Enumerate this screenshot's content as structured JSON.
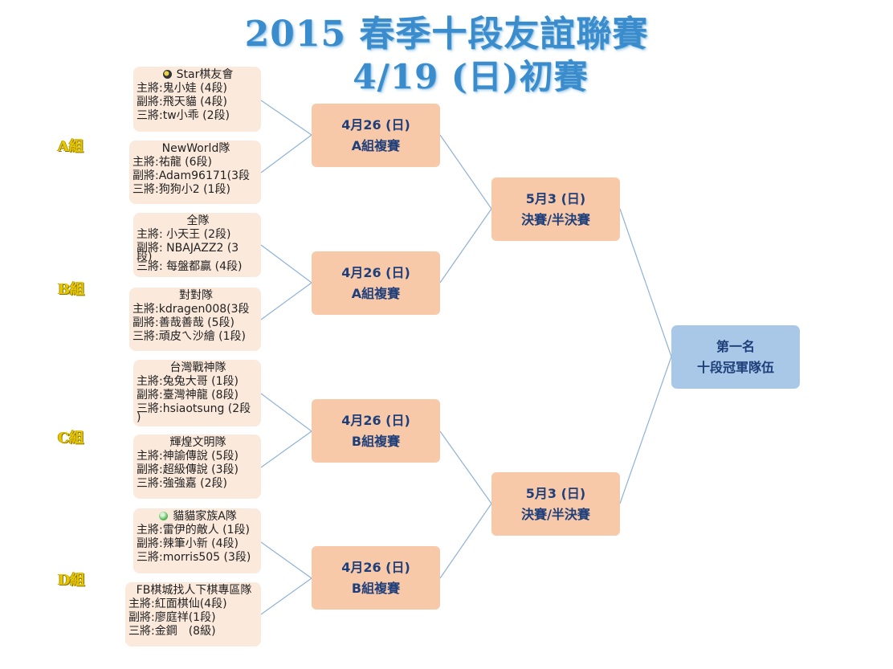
{
  "title": {
    "line1": "2015 春季十段友誼聯賽",
    "line2": "4/19 (日)初賽"
  },
  "groups": {
    "a": "A組",
    "b": "B組",
    "c": "C組",
    "d": "D組"
  },
  "teams": [
    {
      "name": "Star棋友會",
      "icon": "star-badge-icon",
      "rows": [
        "主將:鬼小娃 (4段)",
        "副將:飛天貓 (4段)",
        "三將:tw小乖 (2段)"
      ]
    },
    {
      "name": "NewWorld隊",
      "rows": [
        "主將:祐龍 (6段)",
        "副將:Adam96171(3段",
        "三將:狗狗小2 (1段)"
      ]
    },
    {
      "name": "全隊",
      "rows": [
        "主將: 小天王 (2段)",
        "副將: NBAJAZZ2 (3",
        "段)",
        "三將: 每盤都贏 (4段)"
      ]
    },
    {
      "name": "對對隊",
      "rows": [
        "主將:kdragen008(3段",
        "副將:善哉善哉 (5段)",
        "三將:頑皮ㄟ沙繪 (1段)"
      ]
    },
    {
      "name": "台灣戰神隊",
      "rows": [
        "主將:兔兔大哥 (1段)",
        "副將:臺灣神龍 (8段)",
        "三將:hsiaotsung (2段",
        ")"
      ]
    },
    {
      "name": "輝煌文明隊",
      "rows": [
        "主將:神諭傳說 (5段)",
        "副將:超級傳說 (3段)",
        "三將:強強嘉 (2段)"
      ]
    },
    {
      "name": "貓貓家族A隊",
      "icon": "green-badge-icon",
      "rows": [
        "主將:雷伊的敵人 (1段)",
        "副將:辣筆小新 (4段)",
        "三將:morris505 (3段)"
      ]
    },
    {
      "name": "FB棋城找人下棋專區隊",
      "rows": [
        "主將:紅面棋仙(4段)",
        "副將:廖庭祥(1段)",
        "三將:金鋼　(8級)"
      ]
    }
  ],
  "round2": [
    {
      "date": "4月26 (日)",
      "label": "A組複賽"
    },
    {
      "date": "4月26 (日)",
      "label": "A組複賽"
    },
    {
      "date": "4月26 (日)",
      "label": "B組複賽"
    },
    {
      "date": "4月26 (日)",
      "label": "B組複賽"
    }
  ],
  "round3": [
    {
      "date": "5月3 (日)",
      "label": "決賽/半決賽"
    },
    {
      "date": "5月3 (日)",
      "label": "決賽/半決賽"
    }
  ],
  "champion": {
    "line1": "第一名",
    "line2": "十段冠軍隊伍"
  },
  "colors": {
    "title": "#3a8ccc",
    "team_box": "#fbe9dc",
    "match_box": "#f8c9a9",
    "champion_box": "#a9c8e8",
    "match_text": "#1f3f7a",
    "group_label": "#e6c700",
    "connector": "#8fb3d6"
  }
}
